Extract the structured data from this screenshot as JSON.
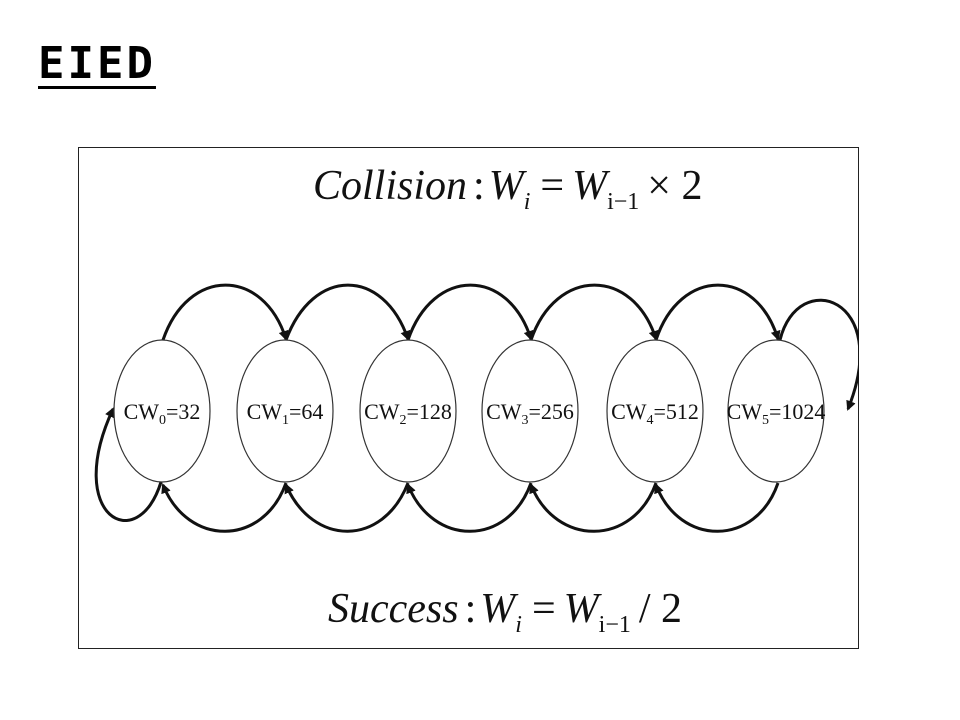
{
  "slide": {
    "title": "EIED"
  },
  "formulas": {
    "collision": {
      "label": "Collision",
      "colon": ":",
      "lhs": "W",
      "lhs_sub": "i",
      "eq": "=",
      "rhs": "W",
      "rhs_sub": "i−1",
      "op": "× 2"
    },
    "success": {
      "label": "Success",
      "colon": ":",
      "lhs": "W",
      "lhs_sub": "i",
      "eq": "=",
      "rhs": "W",
      "rhs_sub": "i−1",
      "op": "/ 2"
    }
  },
  "states": [
    {
      "pre": "CW",
      "sub": "0",
      "post": "=32"
    },
    {
      "pre": "CW",
      "sub": "1",
      "post": "=64"
    },
    {
      "pre": "CW",
      "sub": "2",
      "post": "=128"
    },
    {
      "pre": "CW",
      "sub": "3",
      "post": "=256"
    },
    {
      "pre": "CW",
      "sub": "4",
      "post": "=512"
    },
    {
      "pre": "CW",
      "sub": "5",
      "post": "=1024"
    }
  ],
  "colors": {
    "stroke": "#111111",
    "frame": "#222222",
    "background": "#ffffff"
  }
}
